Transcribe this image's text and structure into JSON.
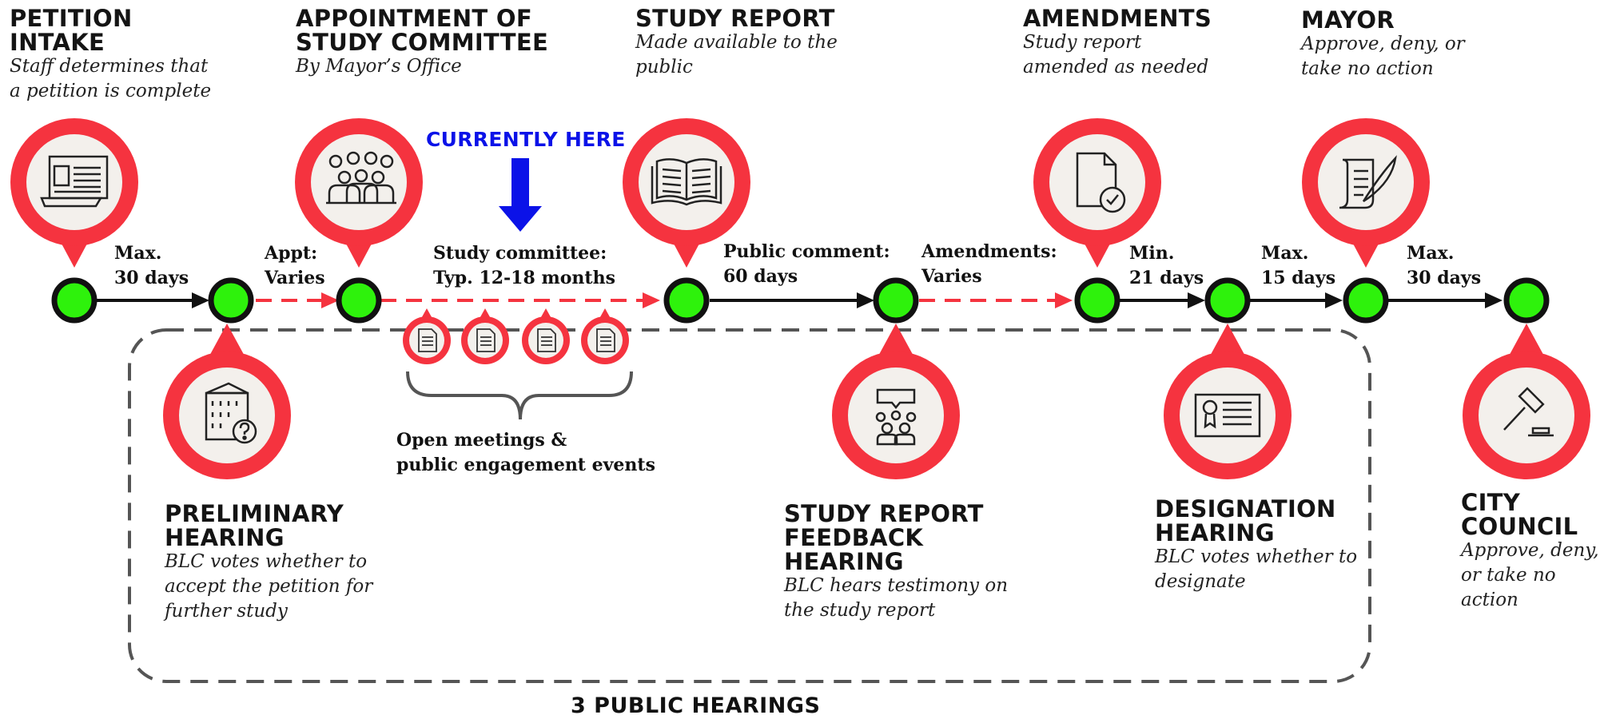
{
  "stages": {
    "petition_intake": {
      "title_line1": "PETITION",
      "title_line2": "INTAKE",
      "desc_line1": "Staff determines that",
      "desc_line2": "a petition is complete"
    },
    "appointment": {
      "title_line1": "APPOINTMENT OF",
      "title_line2": "STUDY COMMITTEE",
      "desc_line1": "By Mayor’s Office"
    },
    "study_report": {
      "title_line1": "STUDY REPORT",
      "desc_line1": "Made available to the",
      "desc_line2": "public"
    },
    "amendments": {
      "title_line1": "AMENDMENTS",
      "desc_line1": "Study report",
      "desc_line2": "amended as needed"
    },
    "mayor": {
      "title_line1": "MAYOR",
      "desc_line1": "Approve, deny, or",
      "desc_line2": "take no action"
    },
    "preliminary_hearing": {
      "title_line1": "PRELIMINARY",
      "title_line2": "HEARING",
      "desc_line1": "BLC votes whether to",
      "desc_line2": "accept the petition for",
      "desc_line3": "further study"
    },
    "feedback_hearing": {
      "title_line1": "STUDY REPORT",
      "title_line2": "FEEDBACK",
      "title_line3": "HEARING",
      "desc_line1": "BLC hears testimony on",
      "desc_line2": "the study report"
    },
    "designation_hearing": {
      "title_line1": "DESIGNATION",
      "title_line2": "HEARING",
      "desc_line1": "BLC votes whether to",
      "desc_line2": "designate"
    },
    "city_council": {
      "title_line1": "CITY",
      "title_line2": "COUNCIL",
      "desc_line1": "Approve, deny,",
      "desc_line2": "or take no",
      "desc_line3": "action"
    }
  },
  "durations": {
    "d1": {
      "line1": "Max.",
      "line2": "30 days"
    },
    "d2": {
      "line1": "Appt:",
      "line2": "Varies"
    },
    "d3": {
      "line1": "Study committee:",
      "line2": "Typ. 12-18 months"
    },
    "d4": {
      "line1": "Public comment:",
      "line2": "60 days"
    },
    "d5": {
      "line1": "Amendments:",
      "line2": "Varies"
    },
    "d6": {
      "line1": "Min.",
      "line2": "21 days"
    },
    "d7": {
      "line1": "Max.",
      "line2": "15 days"
    },
    "d8": {
      "line1": "Max.",
      "line2": "30 days"
    }
  },
  "current_marker": "CURRENTLY HERE",
  "meetings_label": {
    "line1": "Open meetings &",
    "line2": "public engagement events"
  },
  "footer_label": "3 PUBLIC HEARINGS",
  "colors": {
    "pin_red": "#f5333f",
    "node_green": "#2ef20c",
    "marker_blue": "#0b12e8",
    "icon_bg": "#f3f0ec",
    "dash_gray": "#555555"
  },
  "icons": [
    "document-building-icon",
    "committee-group-icon",
    "open-book-icon",
    "document-check-icon",
    "scroll-quill-icon",
    "building-question-icon",
    "meeting-speech-icon",
    "certificate-icon",
    "gavel-icon",
    "document-icon"
  ]
}
